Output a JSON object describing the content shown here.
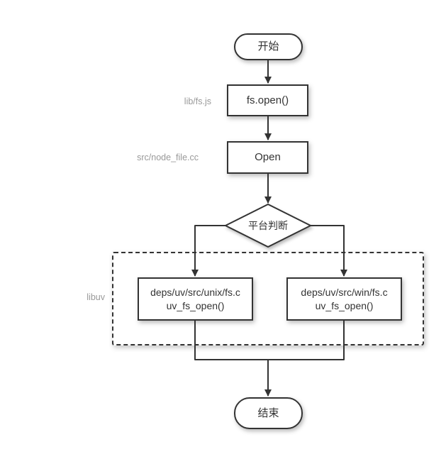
{
  "diagram": {
    "type": "flowchart",
    "colors": {
      "background": "#ffffff",
      "stroke": "#333333",
      "node_fill": "#ffffff",
      "text": "#333333",
      "annotation": "#999999"
    },
    "nodes": {
      "start": {
        "shape": "stadium",
        "label": "开始"
      },
      "fs_open": {
        "shape": "process",
        "label": "fs.open()",
        "annotation": "lib/fs.js"
      },
      "open": {
        "shape": "process",
        "label": "Open",
        "annotation": "src/node_file.cc"
      },
      "decision": {
        "shape": "diamond",
        "label": "平台判断"
      },
      "libuv_group": {
        "shape": "dashed-container",
        "annotation": "libuv"
      },
      "unix": {
        "shape": "process",
        "line1": "deps/uv/src/unix/fs.c",
        "line2": "uv_fs_open()"
      },
      "win": {
        "shape": "process",
        "line1": "deps/uv/src/win/fs.c",
        "line2": "uv_fs_open()"
      },
      "end": {
        "shape": "stadium",
        "label": "结束"
      }
    },
    "edges": [
      {
        "from": "start",
        "to": "fs_open"
      },
      {
        "from": "fs_open",
        "to": "open"
      },
      {
        "from": "open",
        "to": "decision"
      },
      {
        "from": "decision",
        "to": "unix"
      },
      {
        "from": "decision",
        "to": "win"
      },
      {
        "from": "unix",
        "to": "end"
      },
      {
        "from": "win",
        "to": "end"
      }
    ]
  }
}
